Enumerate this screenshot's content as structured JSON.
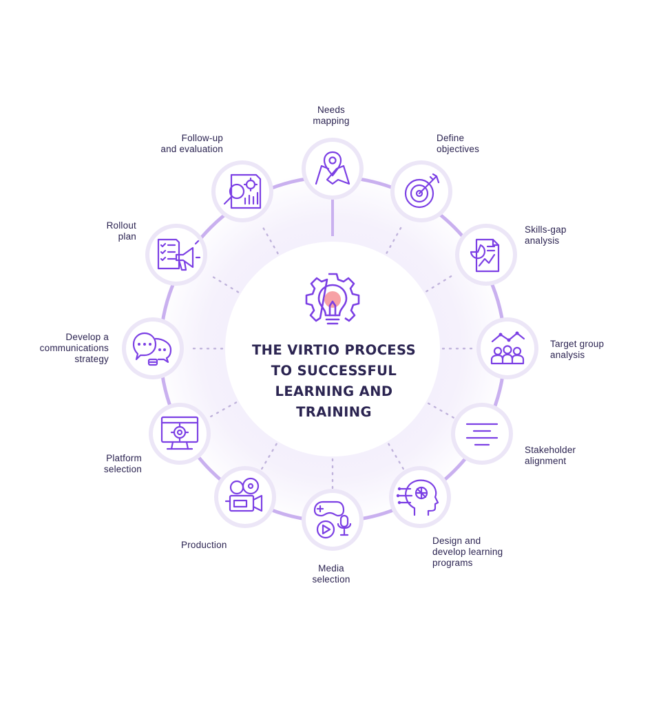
{
  "title_lines": [
    "THE VIRTIO PROCESS",
    "TO SUCCESSFUL",
    "LEARNING AND",
    "TRAINING"
  ],
  "colors": {
    "accent": "#7b3fe4",
    "ring": "#c9b0ef",
    "node_fill": "#ffffff",
    "node_border": "#ece6f7",
    "center_fill": "#ffffff",
    "halo": "#f1ecfa",
    "text": "#2a2250",
    "bulb_glow": "#f7a1a6",
    "dots": "#bfb2db"
  },
  "steps": [
    {
      "id": "needs-mapping",
      "label_lines": [
        "Needs",
        "mapping"
      ],
      "icon": "map-pin-icon"
    },
    {
      "id": "define-objectives",
      "label_lines": [
        "Define",
        "objectives"
      ],
      "icon": "target-icon"
    },
    {
      "id": "skills-gap-analysis",
      "label_lines": [
        "Skills-gap",
        "analysis"
      ],
      "icon": "report-chart-icon"
    },
    {
      "id": "target-group-analysis",
      "label_lines": [
        "Target group",
        "analysis"
      ],
      "icon": "people-network-icon"
    },
    {
      "id": "stakeholder-alignment",
      "label_lines": [
        "Stakeholder",
        "alignment"
      ],
      "icon": "align-center-icon"
    },
    {
      "id": "design-develop-learning-programs",
      "label_lines": [
        "Design and",
        "develop learning",
        "programs"
      ],
      "icon": "head-network-icon"
    },
    {
      "id": "media-selection",
      "label_lines": [
        "Media",
        "selection"
      ],
      "icon": "media-icon"
    },
    {
      "id": "production",
      "label_lines": [
        "Production"
      ],
      "icon": "video-camera-icon"
    },
    {
      "id": "platform-selection",
      "label_lines": [
        "Platform",
        "selection"
      ],
      "icon": "monitor-gear-icon"
    },
    {
      "id": "develop-communications-strategy",
      "label_lines": [
        "Develop a",
        "communications",
        "strategy"
      ],
      "icon": "chat-bubbles-icon"
    },
    {
      "id": "rollout-plan",
      "label_lines": [
        "Rollout",
        "plan"
      ],
      "icon": "checklist-megaphone-icon"
    },
    {
      "id": "follow-up-evaluation",
      "label_lines": [
        "Follow-up",
        "and evaluation"
      ],
      "icon": "document-search-icon"
    }
  ],
  "center_icon": "gear-lightbulb-icon"
}
